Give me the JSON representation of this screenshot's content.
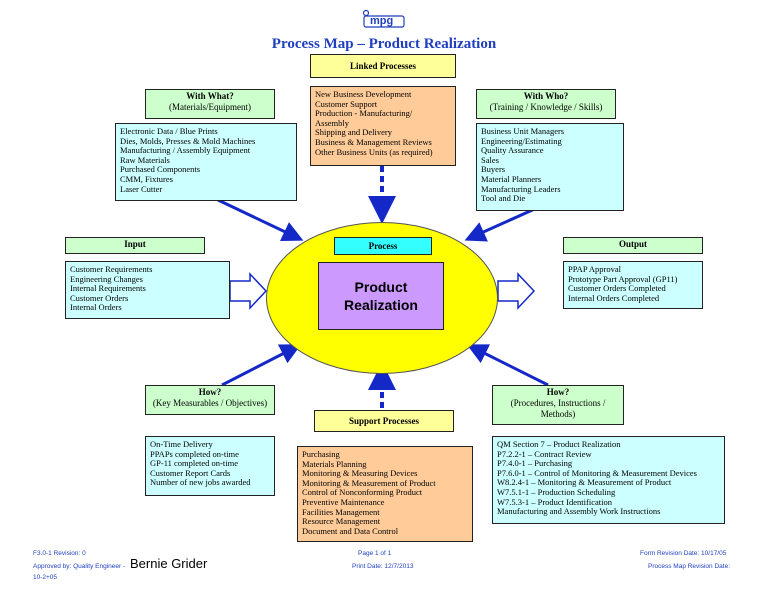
{
  "logo_text": "mpg",
  "title": "Process Map – Product Realization",
  "linked": {
    "header": "Linked Processes",
    "items": [
      "New Business Development",
      "Customer Support",
      "Production - Manufacturing/",
      "Assembly",
      "Shipping and Delivery",
      "Business & Management Reviews",
      "Other Business Units (as required)"
    ]
  },
  "with_what": {
    "header1": "With What?",
    "header2": "(Materials/Equipment)",
    "items": [
      "Electronic Data / Blue Prints",
      "Dies, Molds, Presses & Mold Machines",
      "Manufacturing / Assembly Equipment",
      "Raw Materials",
      "Purchased Components",
      "CMM, Fixtures",
      "Laser Cutter"
    ]
  },
  "with_who": {
    "header1": "With Who?",
    "header2": "(Training / Knowledge / Skills)",
    "items": [
      "Business Unit Managers",
      "Engineering/Estimating",
      "Quality Assurance",
      "Sales",
      "Buyers",
      "Material Planners",
      "Manufacturing Leaders",
      "Tool and Die"
    ]
  },
  "input": {
    "header": "Input",
    "items": [
      "Customer Requirements",
      "Engineering Changes",
      "Internal Requirements",
      "Customer Orders",
      "Internal Orders"
    ]
  },
  "output": {
    "header": "Output",
    "items": [
      "PPAP Approval",
      "Prototype Part Approval (GP11)",
      "Customer Orders Completed",
      "Internal Orders Completed"
    ]
  },
  "process": {
    "label": "Process",
    "name_line1": "Product",
    "name_line2": "Realization"
  },
  "how_left": {
    "header1": "How?",
    "header2": "(Key Measurables / Objectives)",
    "items": [
      "On-Time Delivery",
      "PPAPs completed on-time",
      "GP-11 completed on-time",
      "Customer Report Cards",
      "Number of new jobs awarded"
    ]
  },
  "support": {
    "header": "Support Processes",
    "items": [
      "Purchasing",
      "Materials Planning",
      "Monitoring & Measuring Devices",
      "Monitoring & Measurement of Product",
      "Control of Nonconforming Product",
      "Preventive Maintenance",
      "Facilities Management",
      "Resource Management",
      "Document and Data Control"
    ]
  },
  "how_right": {
    "header1": "How?",
    "header2": "(Procedures, Instructions /",
    "header3": "Methods)",
    "items": [
      "QM Section 7 – Product Realization",
      "P7.2.2-1 – Contract Review",
      "P7.4.0-1 – Purchasing",
      "P7.6.0-1 – Control of Monitoring & Measurement Devices",
      "W8.2.4-1 – Monitoring & Measurement of Product",
      "W7.5.1-1 – Production Scheduling",
      "W7.5.3-1 – Product Identification",
      "Manufacturing and Assembly Work Instructions"
    ]
  },
  "footer": {
    "form_id": "F3.0-1 Revision: 0",
    "approved_by": "Approved by: Quality Engineer -",
    "signature": "Bernie Grider",
    "approved_date": "10-2+05",
    "page": "Page 1 of 1",
    "print_date": "Print Date: 12/7/2013",
    "form_revision": "Form Revision Date: 10/17/05",
    "map_revision": "Process Map Revision Date:"
  },
  "colors": {
    "title": "#1f3fbf",
    "arrow": "#1428c8",
    "ellipse": "#ffff00",
    "process_core": "#cc99ff",
    "process_label": "#33ffff"
  }
}
